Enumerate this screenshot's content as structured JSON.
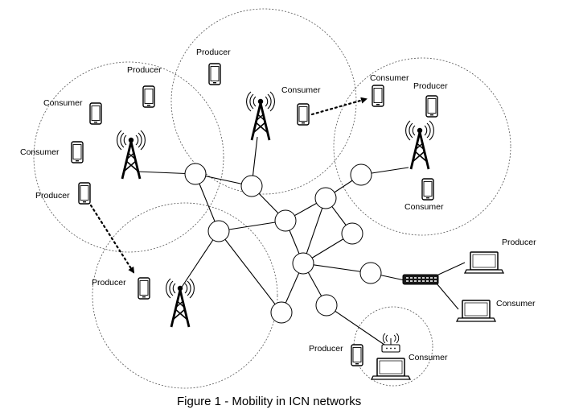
{
  "caption": "Figure 1 - Mobility in ICN networks",
  "labels": {
    "producer": "Producer",
    "consumer": "Consumer"
  },
  "colors": {
    "stroke": "#000000",
    "cell_border": "#555555",
    "background": "#ffffff"
  },
  "icons": [
    "phone-icon",
    "cell-tower-icon",
    "laptop-icon",
    "network-switch-icon",
    "wifi-router-icon",
    "router-node",
    "mobility-arrow"
  ]
}
